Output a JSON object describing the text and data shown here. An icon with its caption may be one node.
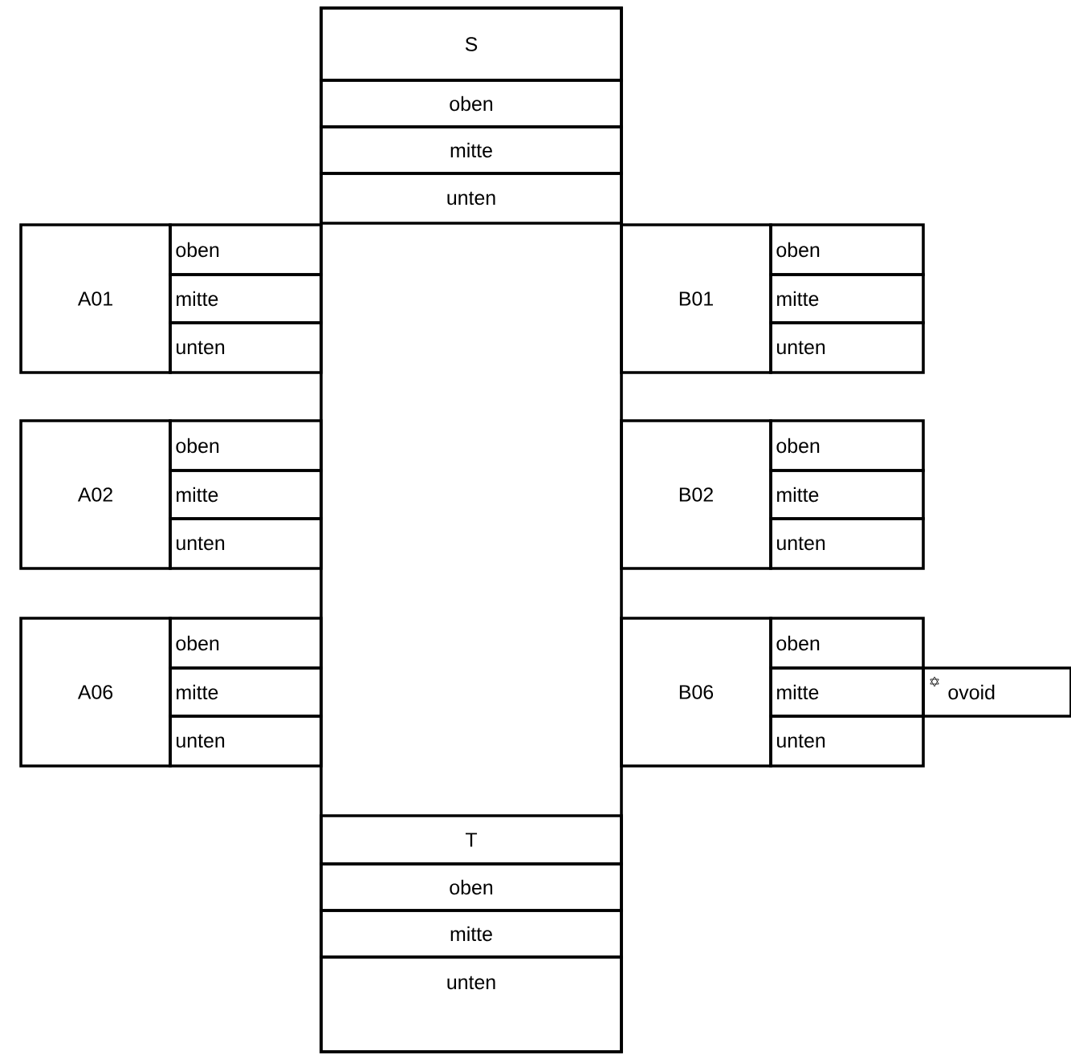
{
  "diagram": {
    "nodes": [
      {
        "text": [],
        "shape": "box"
      },
      {
        "text": [
          "S"
        ],
        "in": 0
      },
      {
        "text": [
          "oben"
        ],
        "in": 0
      },
      {
        "text": [
          "mitte"
        ],
        "in": 0
      },
      {
        "text": [
          "unten"
        ],
        "in": 0
      },
      {
        "text": [
          "A01"
        ]
      },
      {
        "text": [
          "oben"
        ]
      },
      {
        "text": [
          "mitte"
        ]
      },
      {
        "text": [
          "unten"
        ]
      },
      {
        "text": [
          "B01"
        ]
      },
      {
        "text": [
          "oben"
        ]
      },
      {
        "text": [
          "mitte"
        ]
      },
      {
        "text": [
          "unten"
        ]
      },
      {
        "text": [
          "A02"
        ]
      },
      {
        "text": [
          "oben"
        ]
      },
      {
        "text": [
          "mitte"
        ]
      },
      {
        "text": [
          "unten"
        ]
      },
      {
        "text": [
          "B02"
        ]
      },
      {
        "text": [
          "oben"
        ]
      },
      {
        "text": [
          "mitte"
        ]
      },
      {
        "text": [
          "unten"
        ]
      },
      {
        "text": [
          "A06"
        ]
      },
      {
        "text": [
          "oben"
        ]
      },
      {
        "text": [
          "mitte"
        ]
      },
      {
        "text": [
          "unten"
        ]
      },
      {
        "text": [
          "B06"
        ]
      },
      {
        "text": [
          "oben"
        ]
      },
      {
        "text": [
          "mitte"
        ]
      },
      {
        "text": [
          "unten"
        ]
      },
      {
        "text": [
          "ovoid"
        ]
      },
      {
        "text": [
          "T"
        ],
        "in": 0
      },
      {
        "text": [
          "oben"
        ],
        "in": 0
      },
      {
        "text": [
          "mitte"
        ],
        "in": 0
      },
      {
        "text": [
          "unten"
        ],
        "in": 0
      }
    ]
  }
}
